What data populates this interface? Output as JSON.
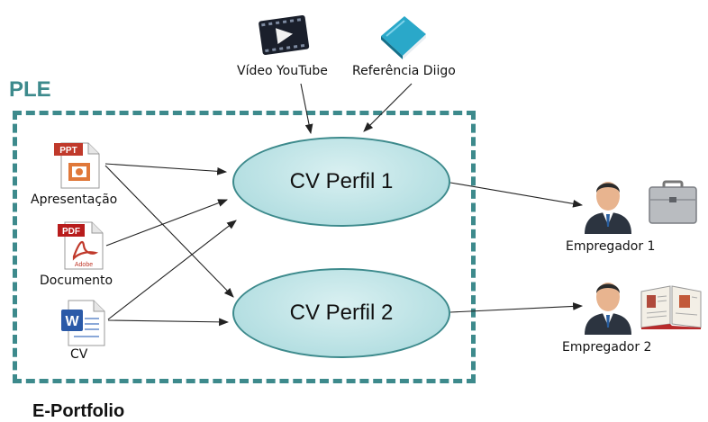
{
  "ple": {
    "title": "PLE"
  },
  "eportfolio": {
    "title": "E-Portfolio"
  },
  "sources": {
    "video": {
      "label": "Vídeo YouTube",
      "icon": "film-icon"
    },
    "diigo": {
      "label": "Referência Diigo",
      "icon": "book-icon"
    }
  },
  "documents": [
    {
      "label": "Apresentação",
      "icon": "ppt-icon",
      "badge": "PPT"
    },
    {
      "label": "Documento",
      "icon": "pdf-icon",
      "badge": "PDF",
      "sublabel": "Adobe"
    },
    {
      "label": "CV",
      "icon": "word-icon",
      "badge": "W"
    }
  ],
  "profiles": [
    {
      "label": "CV Perfil 1"
    },
    {
      "label": "CV Perfil 2"
    }
  ],
  "employers": [
    {
      "label": "Empregador 1",
      "icon": "person-icon",
      "item_icon": "briefcase-icon"
    },
    {
      "label": "Empregador 2",
      "icon": "person-icon",
      "item_icon": "open-book-icon"
    }
  ],
  "colors": {
    "accent": "#3d8a8c",
    "ellipse_fill": "#b5dfe2"
  }
}
